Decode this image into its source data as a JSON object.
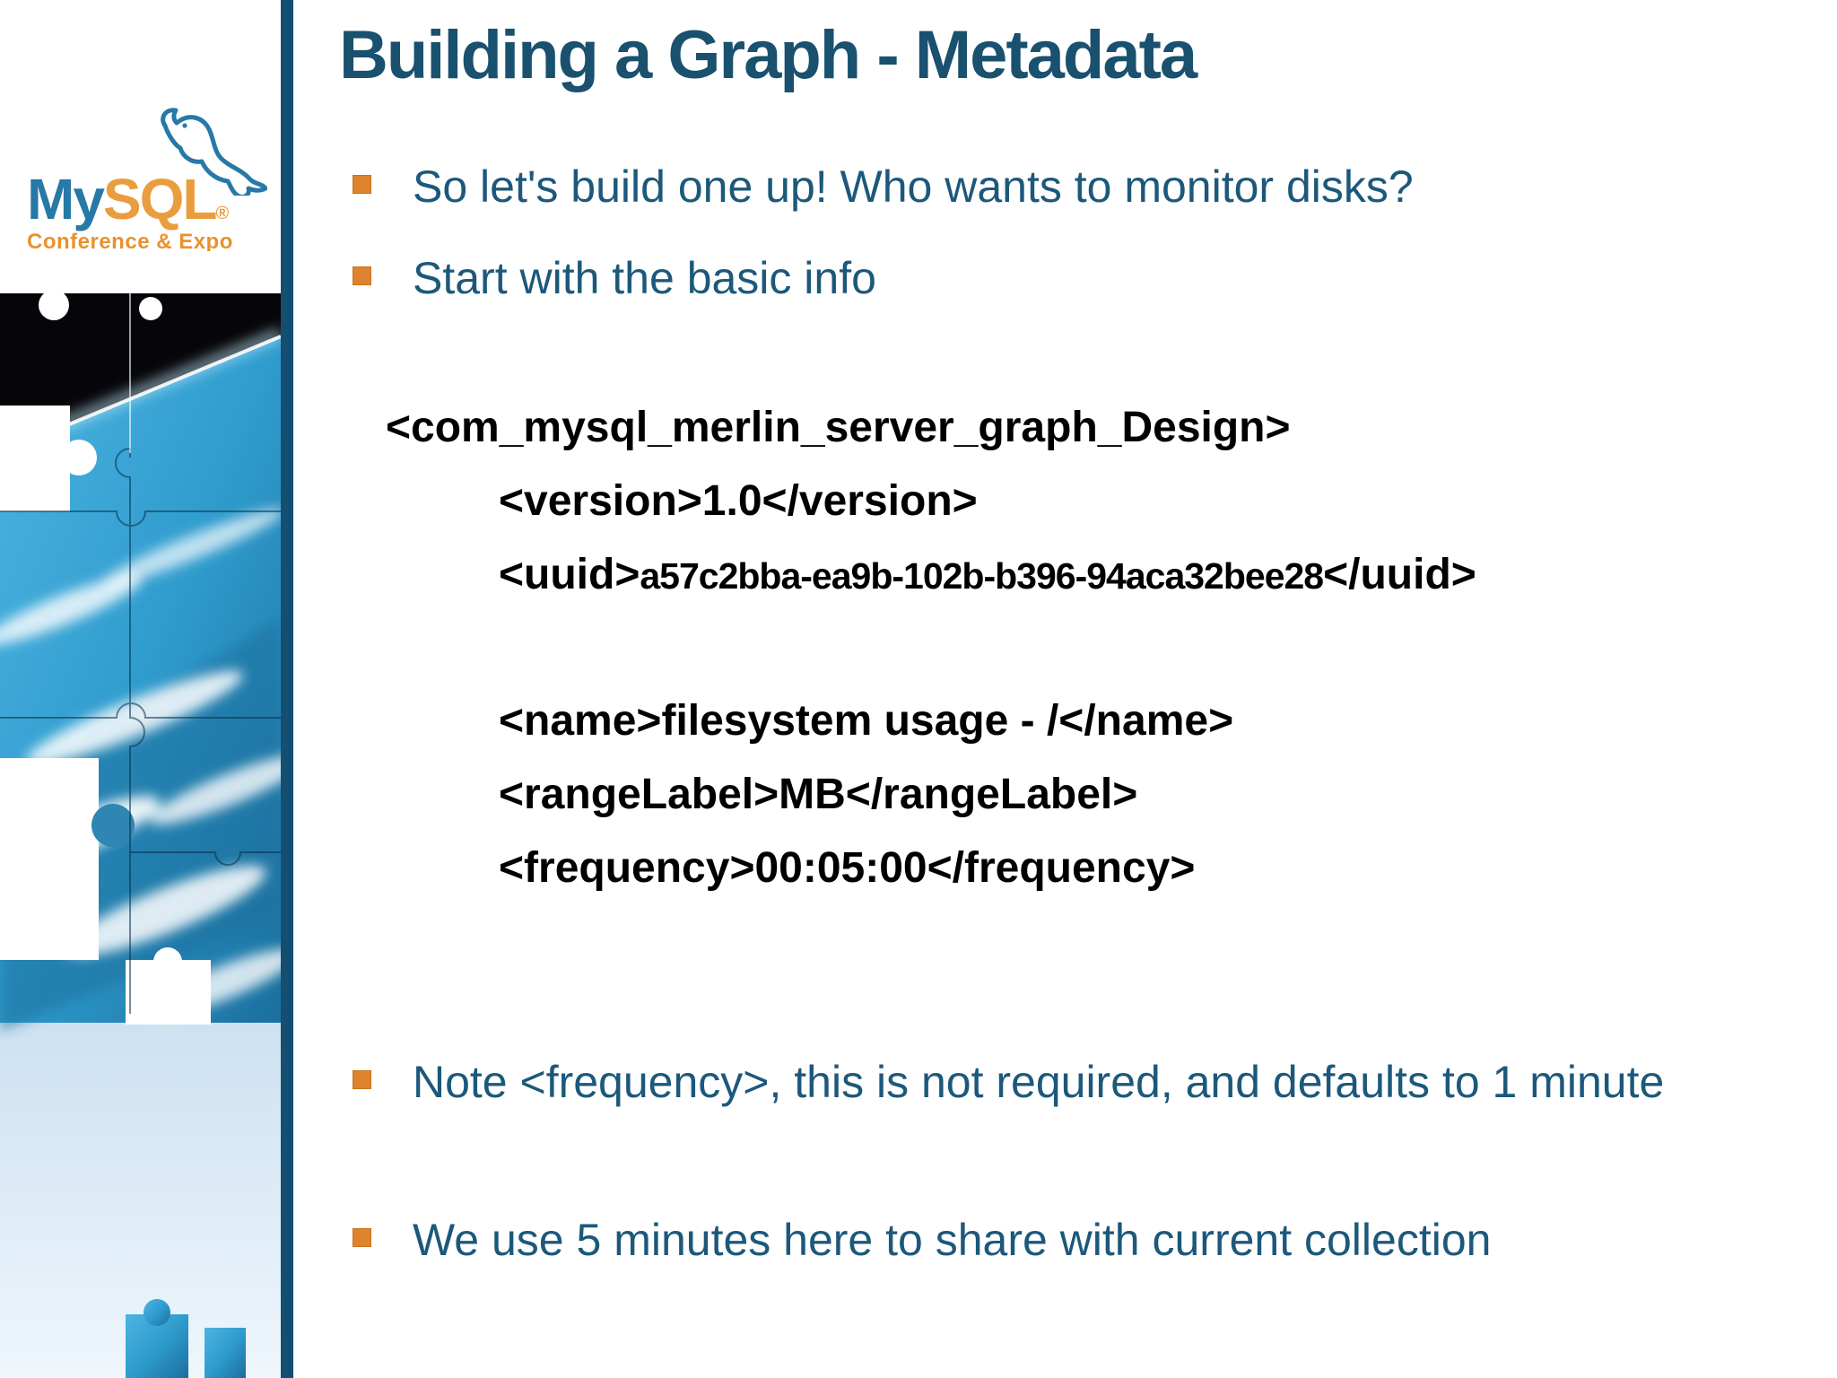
{
  "colors": {
    "title_teal": "#19516f",
    "bullet_text_teal": "#1c587b",
    "bullet_square_orange": "#e0832f",
    "divider_bar_teal": "#144f72",
    "logo_teal": "#2779a7",
    "logo_orange": "#ea9d3e",
    "tagline_orange": "#e8922e",
    "code_black": "#000000"
  },
  "sidebar": {
    "logo": {
      "word_my": "My",
      "word_sql": "SQL",
      "registered": "®",
      "tagline": "Conference & Expo"
    }
  },
  "slide": {
    "title": "Building a Graph - Metadata",
    "bullets_top": [
      {
        "label": "So let's build one up! Who wants to monitor disks?"
      },
      {
        "label": "Start with the basic info"
      }
    ],
    "code": {
      "root_open": "<com_mysql_merlin_server_graph_Design>",
      "version_line": "<version>1.0</version>",
      "uuid_open": "<uuid>",
      "uuid_value": "a57c2bba-ea9b-102b-b396-94aca32bee28",
      "uuid_close": "</uuid>",
      "name_line": "<name>filesystem usage - /</name>",
      "range_label_line": "<rangeLabel>MB</rangeLabel>",
      "frequency_line": "<frequency>00:05:00</frequency>"
    },
    "bullets_bottom": [
      {
        "label": "Note <frequency>, this is not required, and defaults to 1 minute"
      },
      {
        "label": "We use 5 minutes here to share with current collection"
      }
    ]
  }
}
